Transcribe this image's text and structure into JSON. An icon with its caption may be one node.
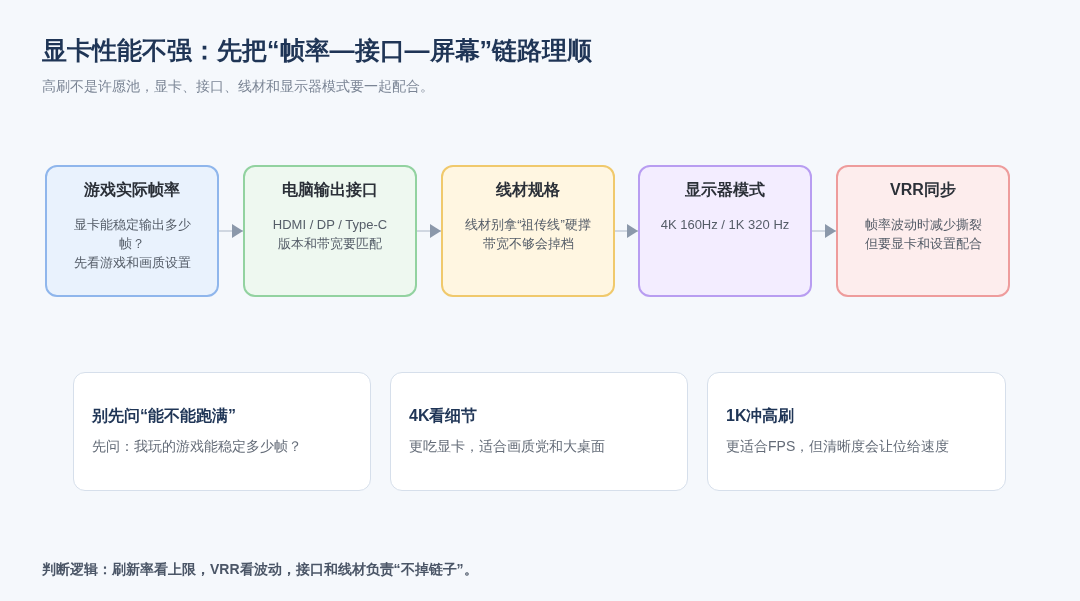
{
  "diagram": {
    "title": "显卡性能不强：先把“帧率—接口—屏幕”链路理顺",
    "nodes": [
      {
        "text": [
          "游戏实际帧率",
          "显卡能稳定输出多少帧？",
          "先看游戏和画质设置"
        ]
      },
      {
        "text": [
          "电脑输出接口",
          "HDMI / DP / Type-C",
          "版本和带宽要匹配"
        ]
      },
      {
        "text": [
          "线材规格",
          "线材别拿“祖传线”硬撑",
          "带宽不够会掉档"
        ]
      },
      {
        "text": [
          "显示器模式",
          "4K 160Hz / 1K 320 Hz"
        ]
      },
      {
        "text": [
          "VRR同步",
          "帧率波动时减少撕裂",
          "但要显卡和设置配合"
        ]
      },
      {
        "text": [
          "别先问“能不能跑满”",
          "先问：我玩的游戏能稳定多少帧？"
        ]
      },
      {
        "text": [
          "4K看细节",
          "更吃显卡，适合画质党和大桌面"
        ]
      },
      {
        "text": [
          "1K冲高刷",
          "更适合FPS，但清晰度会让位给速度"
        ]
      }
    ],
    "edges": [
      {
        "from": 0,
        "to": 1,
        "arrow": "to"
      },
      {
        "from": 1,
        "to": 2,
        "arrow": "to"
      },
      {
        "from": 2,
        "to": 3,
        "arrow": "to"
      },
      {
        "from": 3,
        "to": 4,
        "arrow": "to"
      }
    ],
    "labels": [
      "高刷不是许愿池，显卡、接口、线材和显示器模式要一起配合。"
    ],
    "caption": "判断逻辑：刷新率看上限，VRR看波动，接口和线材负责“不掉链子”。"
  }
}
